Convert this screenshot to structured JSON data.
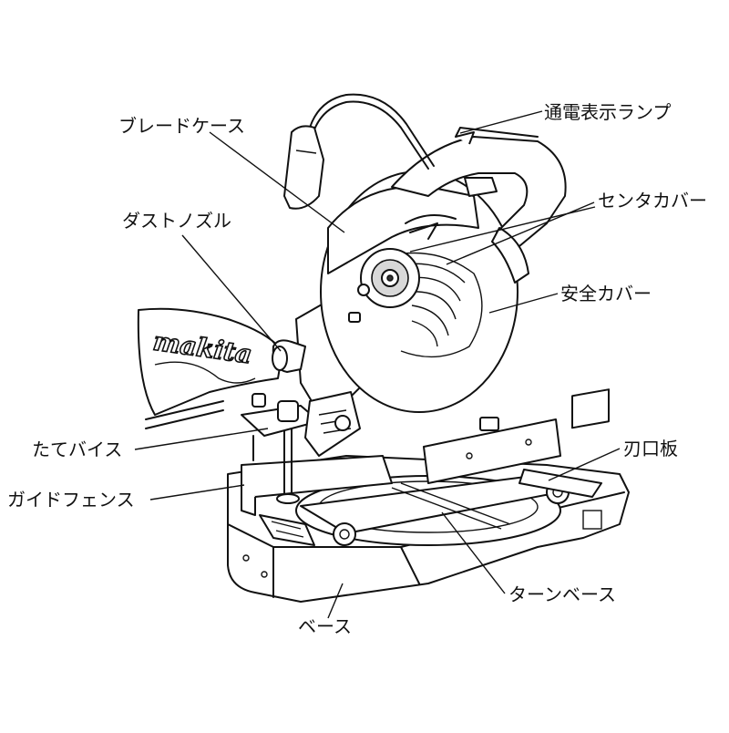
{
  "labels": {
    "power_lamp": "通電表示ランプ",
    "blade_case": "ブレードケース",
    "center_cover": "センタカバー",
    "dust_nozzle": "ダストノズル",
    "safety_cover": "安全カバー",
    "vertical_vise": "たてバイス",
    "kerf_board": "刃口板",
    "guide_fence": "ガイドフェンス",
    "turn_base": "ターンベース",
    "base": "ベース"
  },
  "logo_text": "makita"
}
